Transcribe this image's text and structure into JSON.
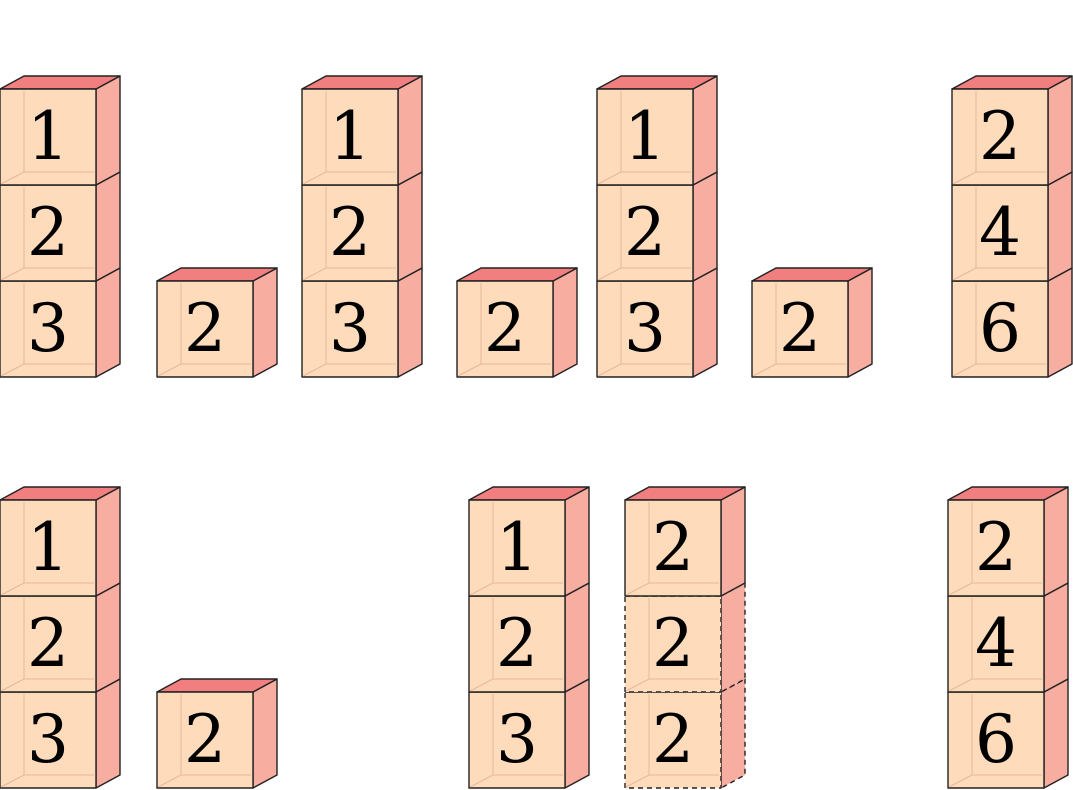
{
  "colors": {
    "face": "#fddbbb",
    "side": "#f7ada0",
    "top": "#f27f7f",
    "stroke": "#222222",
    "inner_line": "#e9b79b"
  },
  "rows": [
    {
      "name": "top-row",
      "groups": [
        {
          "name": "stack-a",
          "blocks": [
            {
              "label": "1"
            },
            {
              "label": "2"
            },
            {
              "label": "3"
            }
          ]
        },
        {
          "name": "single-b",
          "blocks": [
            {
              "label": "2"
            }
          ]
        },
        {
          "name": "stack-c",
          "blocks": [
            {
              "label": "1"
            },
            {
              "label": "2"
            },
            {
              "label": "3"
            }
          ]
        },
        {
          "name": "single-d",
          "blocks": [
            {
              "label": "2"
            }
          ]
        },
        {
          "name": "stack-e",
          "blocks": [
            {
              "label": "1"
            },
            {
              "label": "2"
            },
            {
              "label": "3"
            }
          ]
        },
        {
          "name": "single-f",
          "blocks": [
            {
              "label": "2"
            }
          ]
        },
        {
          "name": "result",
          "blocks": [
            {
              "label": "2"
            },
            {
              "label": "4"
            },
            {
              "label": "6"
            }
          ]
        }
      ]
    },
    {
      "name": "bottom-row",
      "groups": [
        {
          "name": "stack-a",
          "blocks": [
            {
              "label": "1"
            },
            {
              "label": "2"
            },
            {
              "label": "3"
            }
          ]
        },
        {
          "name": "single-b",
          "blocks": [
            {
              "label": "2"
            }
          ]
        },
        {
          "name": "stack-c",
          "blocks": [
            {
              "label": "1"
            },
            {
              "label": "2"
            },
            {
              "label": "3"
            }
          ]
        },
        {
          "name": "broadcast",
          "blocks": [
            {
              "label": "2"
            },
            {
              "label": "2",
              "dashed": true
            },
            {
              "label": "2",
              "dashed": true
            }
          ]
        },
        {
          "name": "result",
          "blocks": [
            {
              "label": "2"
            },
            {
              "label": "4"
            },
            {
              "label": "6"
            }
          ]
        }
      ]
    }
  ]
}
